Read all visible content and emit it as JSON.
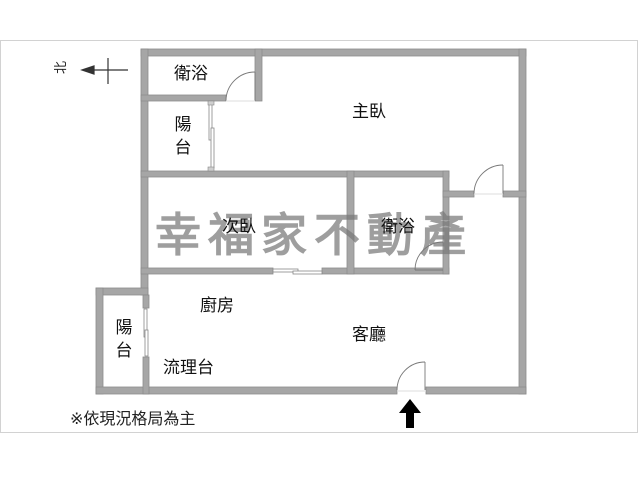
{
  "floor_plan": {
    "compass": {
      "label": "北",
      "direction": "left",
      "icon": "north-arrow-icon"
    },
    "rooms": {
      "bathroom_1": "衛浴",
      "balcony_1": [
        "陽",
        "台"
      ],
      "master_bedroom": "主臥",
      "second_bedroom": "次臥",
      "bathroom_2": "衛浴",
      "kitchen": "廚房",
      "balcony_2": [
        "陽",
        "台"
      ],
      "counter": "流理台",
      "living_room": "客廳"
    },
    "watermark": "幸福家不動產",
    "note": "※依現況格局為主",
    "entrance": {
      "icon": "entrance-arrow-icon",
      "direction": "up"
    },
    "colors": {
      "wall": "#a6a6a6",
      "wall_edge": "#8c8c8c",
      "text": "#111111",
      "watermark": "#787878"
    }
  }
}
